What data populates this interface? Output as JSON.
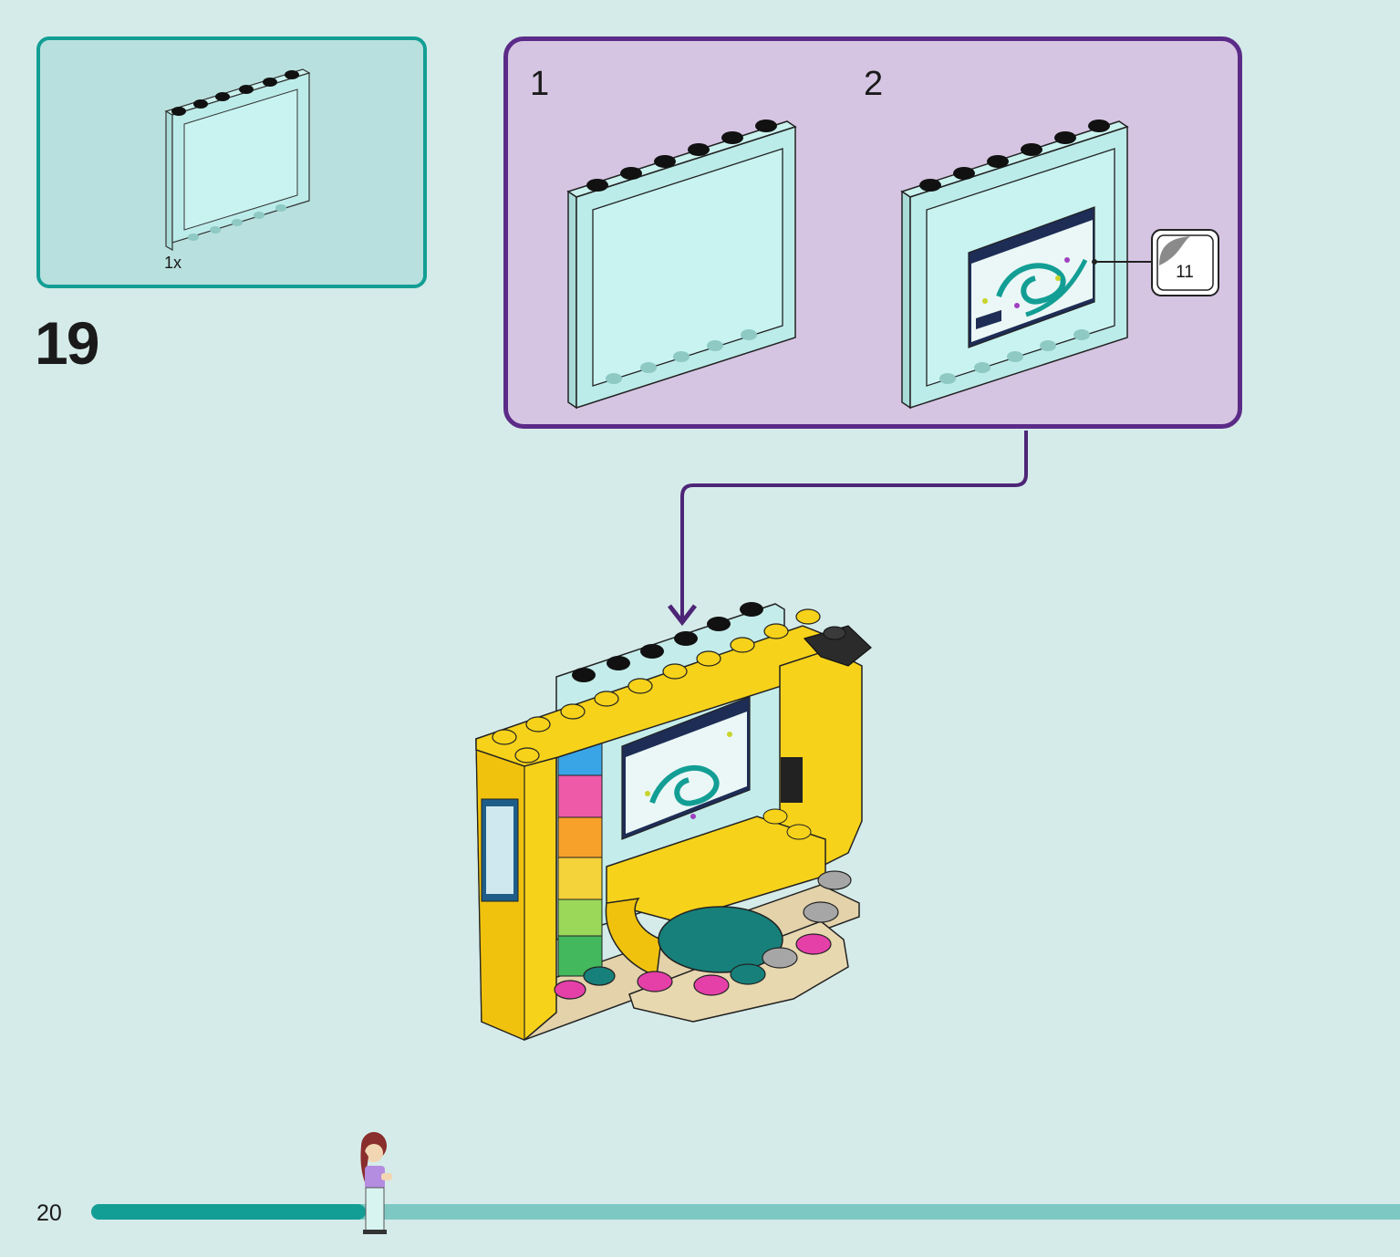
{
  "page": {
    "step_number": "19",
    "page_number": "20",
    "progress_fraction": 0.21
  },
  "parts_box": {
    "quantity": "1x",
    "part": "window-frame-1x6x5-icon"
  },
  "sub_assembly": {
    "steps": [
      {
        "label": "1",
        "content": "window-frame-icon"
      },
      {
        "label": "2",
        "content": "window-frame-with-sticker-icon"
      }
    ],
    "sticker_number": "11"
  },
  "colors": {
    "accent_teal": "#139e95",
    "progress_track": "#7ec8c4",
    "sub_assembly_border": "#5b2b87",
    "sub_assembly_fill": "#d5c5e2",
    "brick_yellow": "#f6d21a",
    "brick_magenta": "#e53fa8",
    "brick_dark_teal": "#17807a",
    "background": "#d5ebe9"
  }
}
